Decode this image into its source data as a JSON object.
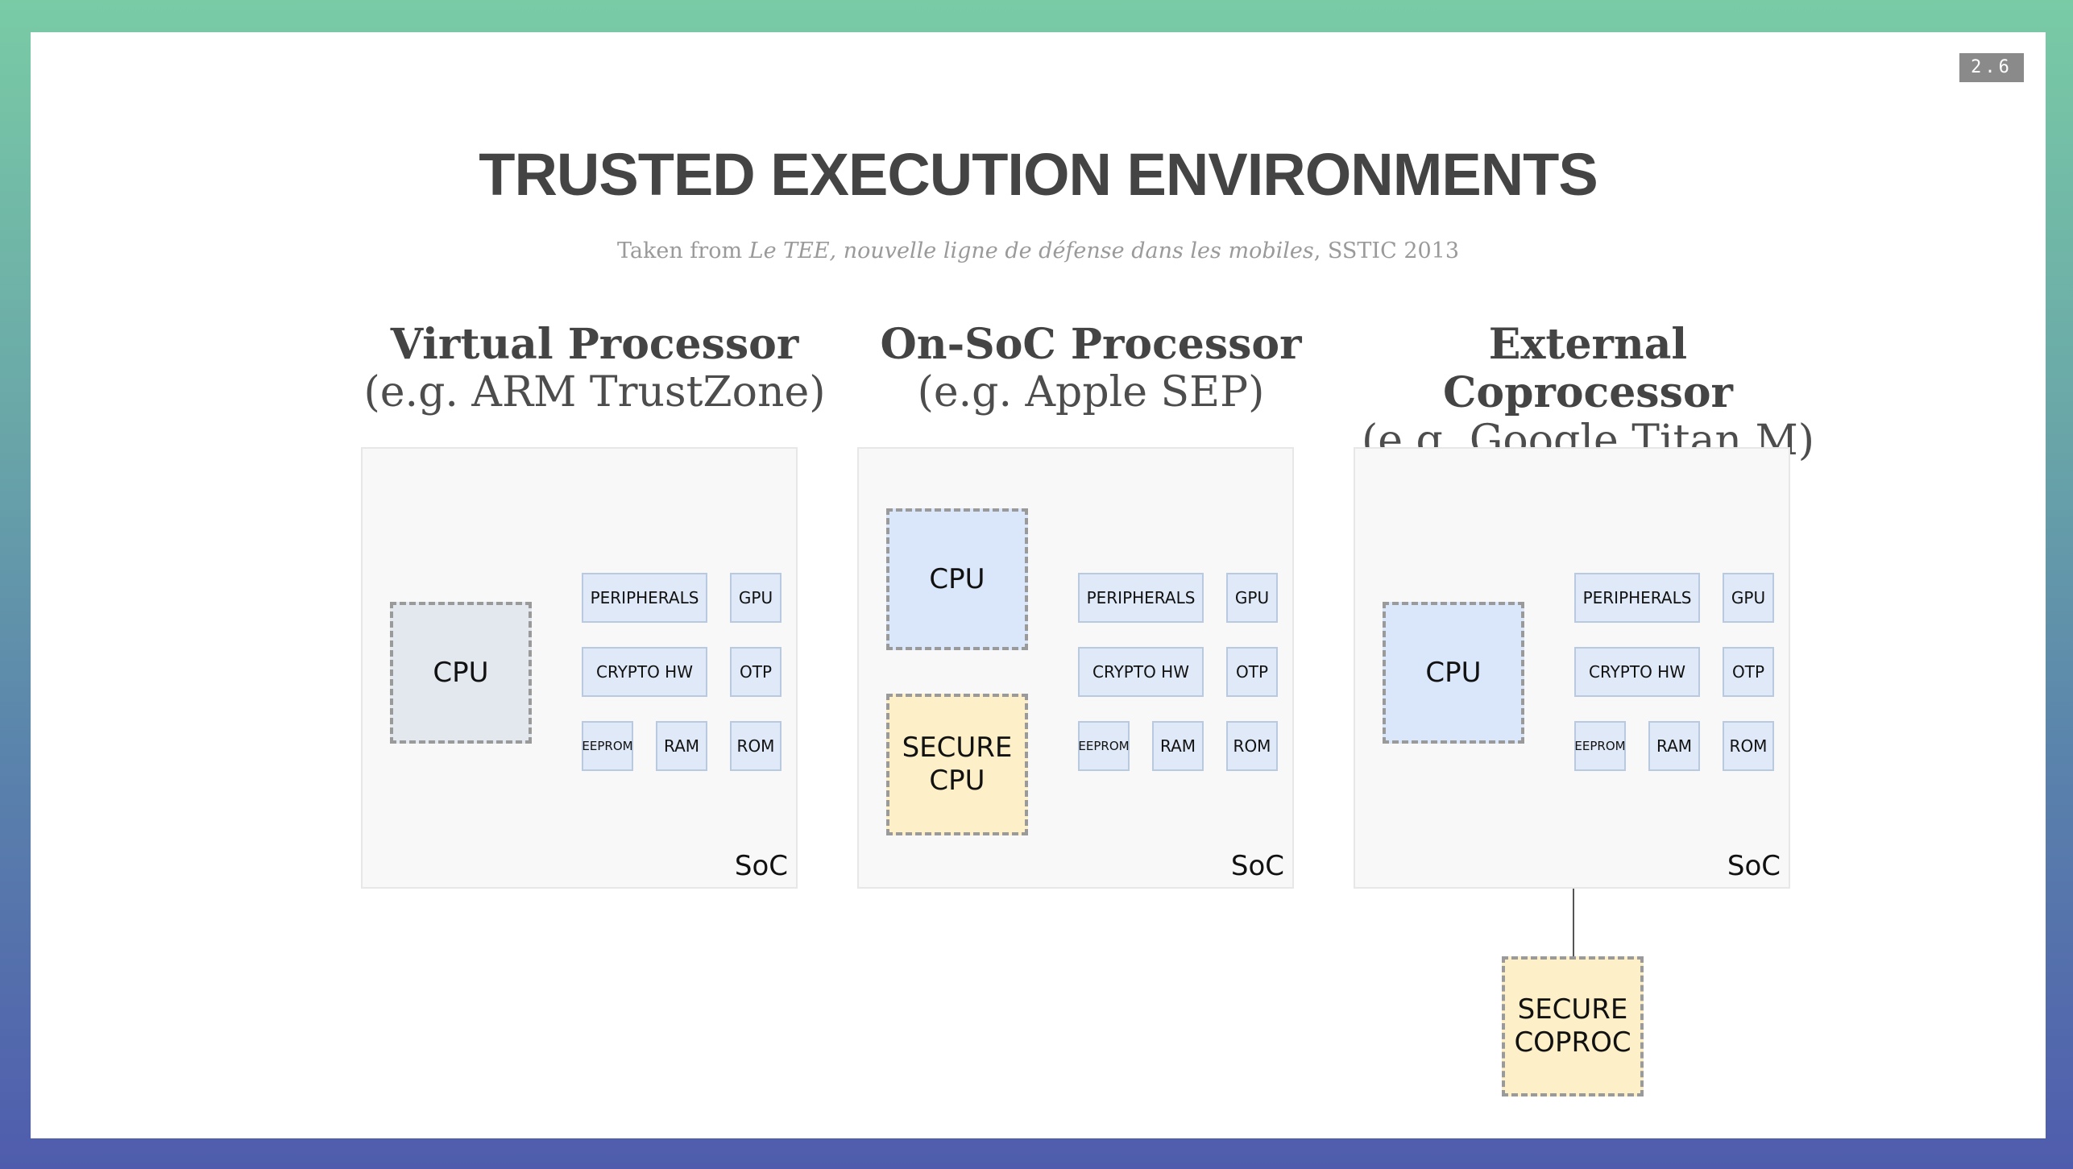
{
  "slide_number": "2.6",
  "title": "TRUSTED EXECUTION ENVIRONMENTS",
  "subtitle": {
    "prefix": "Taken from ",
    "source_title": "Le TEE, nouvelle ligne de défense dans les mobiles",
    "suffix": ", SSTIC 2013"
  },
  "columns": [
    {
      "name": "Virtual Processor",
      "example": "(e.g. ARM TrustZone)",
      "cpu_label": "CPU",
      "soc_label": "SoC",
      "components": {
        "peripherals": "PERIPHERALS",
        "gpu": "GPU",
        "crypto": "CRYPTO HW",
        "otp": "OTP",
        "eeprom": "EEPROM",
        "ram": "RAM",
        "rom": "ROM"
      }
    },
    {
      "name": "On-SoC Processor",
      "example": "(e.g. Apple SEP)",
      "cpu_label": "CPU",
      "secure_label": "SECURE CPU",
      "soc_label": "SoC",
      "components": {
        "peripherals": "PERIPHERALS",
        "gpu": "GPU",
        "crypto": "CRYPTO HW",
        "otp": "OTP",
        "eeprom": "EEPROM",
        "ram": "RAM",
        "rom": "ROM"
      }
    },
    {
      "name": "External Coprocessor",
      "example": "(e.g. Google Titan M)",
      "cpu_label": "CPU",
      "secure_label": "SECURE COPROC",
      "soc_label": "SoC",
      "components": {
        "peripherals": "PERIPHERALS",
        "gpu": "GPU",
        "crypto": "CRYPTO HW",
        "otp": "OTP",
        "eeprom": "EEPROM",
        "ram": "RAM",
        "rom": "ROM"
      }
    }
  ],
  "colors": {
    "secure": "#fdf0c8",
    "cpu": "#dae7fa",
    "component": "#dfe9f7"
  }
}
